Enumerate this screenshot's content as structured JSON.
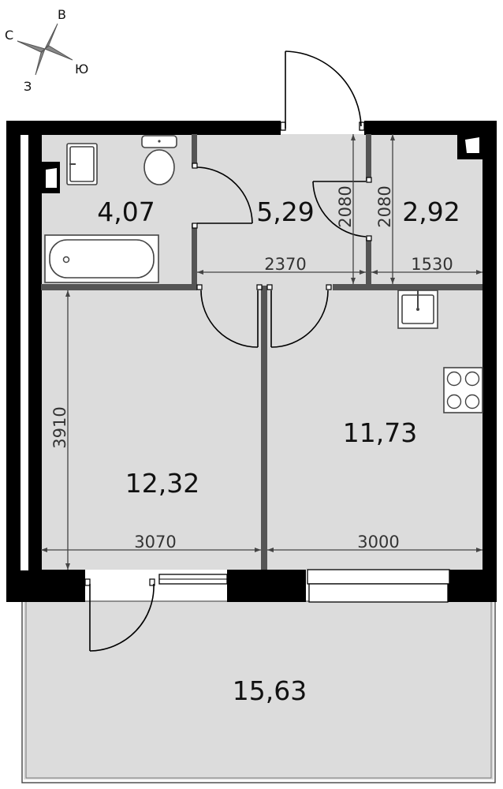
{
  "compass": {
    "north": "С",
    "east": "В",
    "south": "Ю",
    "west": "З"
  },
  "rooms": {
    "bathroom_area": "4,07",
    "hallway_area": "5,29",
    "closet_area": "2,92",
    "living_area": "12,32",
    "kitchen_area": "11,73",
    "balcony_area": "15,63"
  },
  "dimensions": {
    "hall_width": "2370",
    "closet_width": "1530",
    "hall_height": "2080",
    "closet_height": "2080",
    "living_height": "3910",
    "living_width": "3070",
    "kitchen_width": "3000"
  }
}
